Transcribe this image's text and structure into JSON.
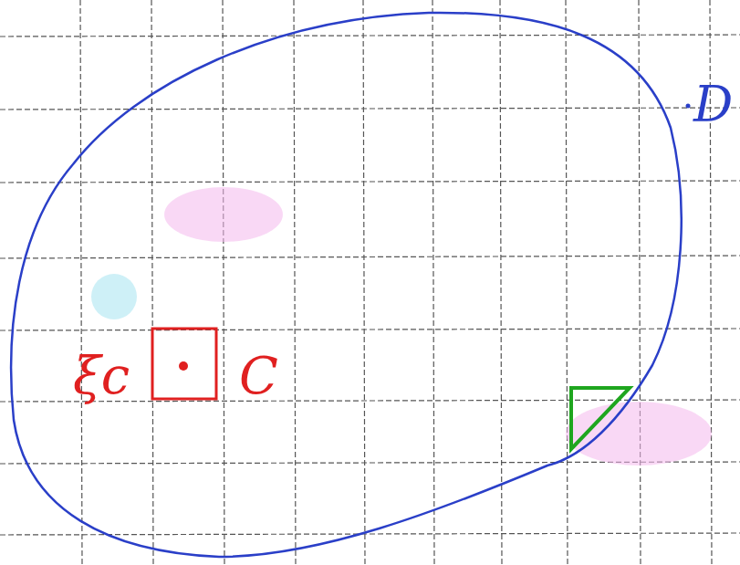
{
  "diagram": {
    "labels": [
      "D",
      "ξc",
      "C"
    ]
  }
}
